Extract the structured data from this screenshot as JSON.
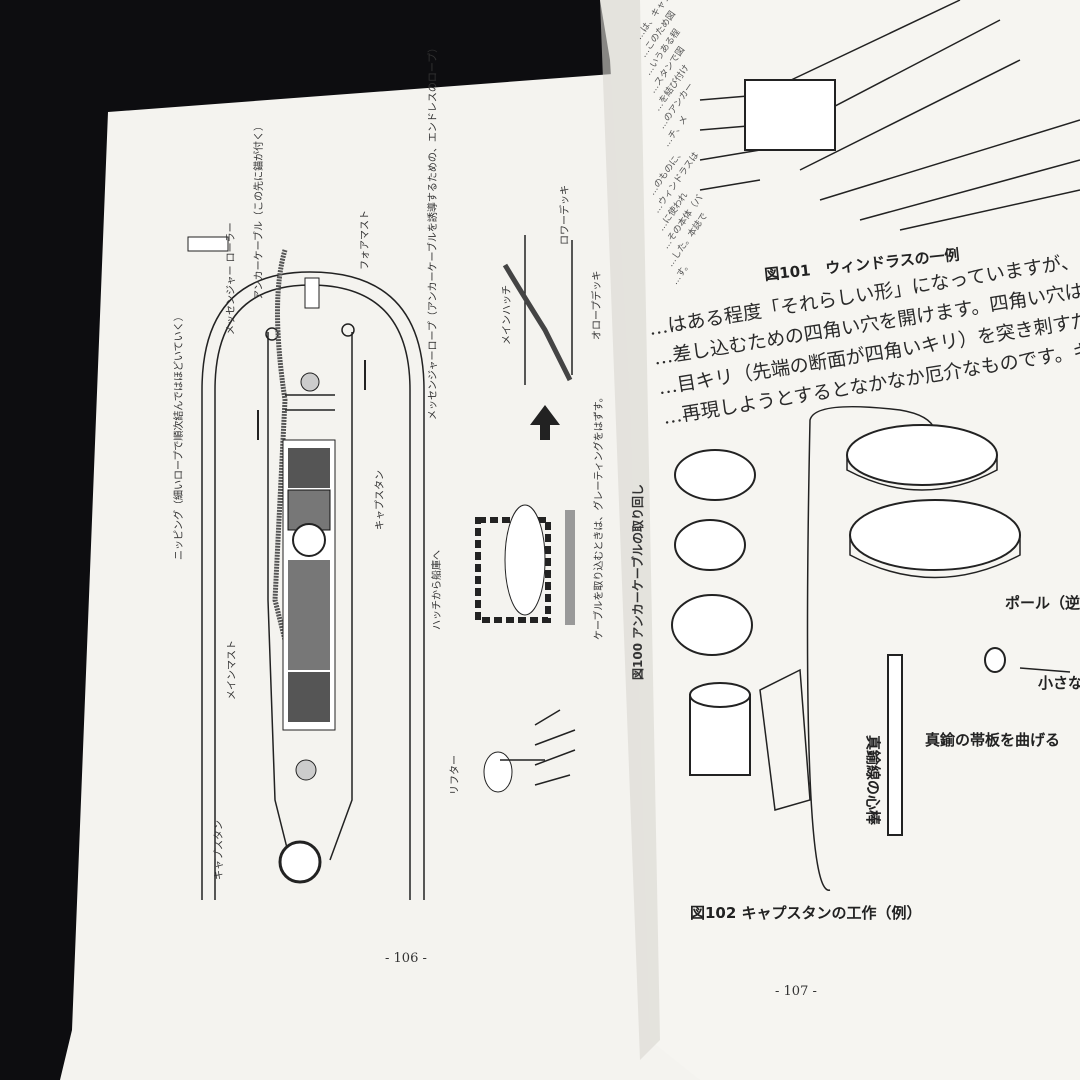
{
  "left_page": {
    "page_number": "- 106 -",
    "labels": {
      "messenger_roller": "メッセンジャー ローラー",
      "anchor_cable": "アンカーケーブル（この先に錨が付く）",
      "foremast": "フォアマスト",
      "messenger_rope": "メッセンジャーロープ（アンカーケーブルを誘導するための、エンドレスのロープ）",
      "nipping": "ニッピング（細いロープで順次結んではほどいていく）",
      "capstan_center": "キャプスタン",
      "to_hold": "ハッチから船庫へ",
      "mainmast": "メインマスト",
      "capstan_lower": "キャプスタン",
      "lifter": "リフター",
      "lower_deck": "ロワーデッキ",
      "main_hatch": "メインハッチ",
      "orlop_deck": "オロープデッキ",
      "grating_note": "ケーブルを取り込むときは、グレーティングをはずす。"
    }
  },
  "right_page": {
    "page_number": "- 107 -",
    "side_text": [
      "…は、キャプス",
      "…このため図",
      "…いうある程",
      "…スタンで図",
      "…を結び付け",
      "…のアンカー",
      "…チ、メ",
      "…のものに、",
      "…ウィンドラスは",
      "…に使われ",
      "…その本体（バ",
      "…した。本誌で",
      "…す。"
    ],
    "fig100_caption": "図100 アンカーケーブルの取り回し",
    "fig101_caption": "図101　ウィンドラスの一例",
    "body_lines": [
      "…はある程度「それらしい形」になっていますが、手を加えるのであれば",
      "…差し込むための四角い穴を開けます。四角い穴は細い彫刻刀で開け",
      "…目キリ（先端の断面が四角いキリ）を突き刺すだけでも感じが出せま",
      "…再現しようとするとなかなか厄介なものです。キャプスタンにはいろい"
    ],
    "labels": {
      "pawl": "ポール（逆転止",
      "brass_strip": "真鍮の帯板を曲げる",
      "brass_core": "真鍮線の心棒",
      "small": "小さな"
    },
    "fig102_caption": "図102 キャプスタンの工作（例）"
  }
}
